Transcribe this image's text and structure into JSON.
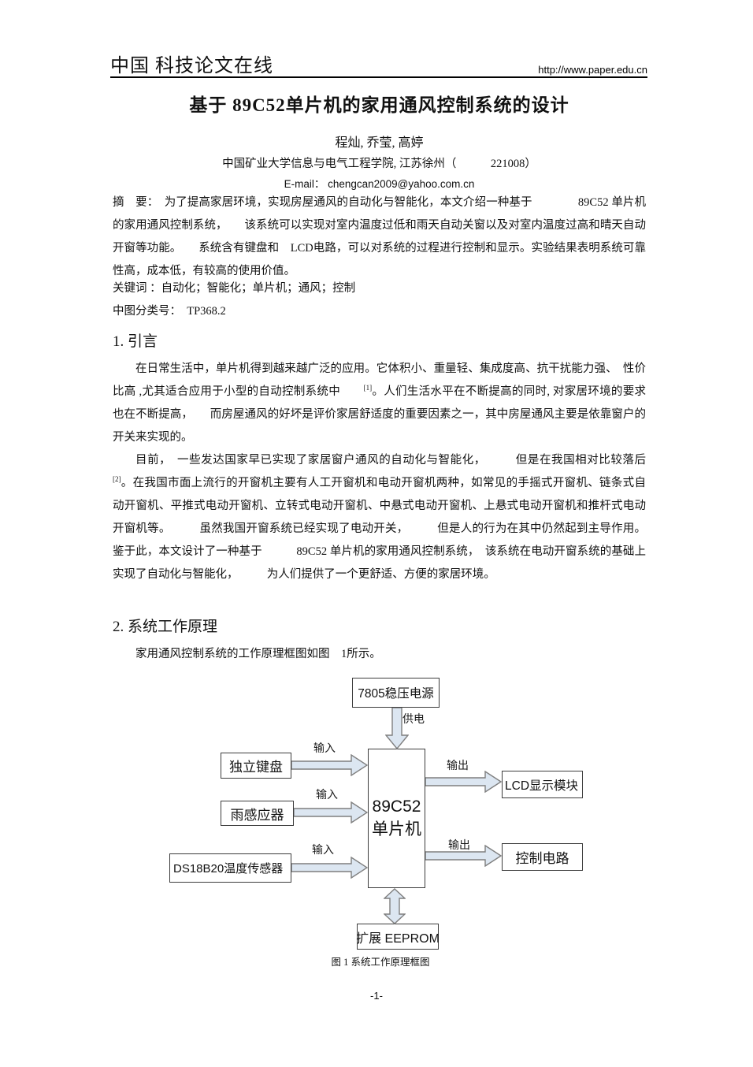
{
  "colors": {
    "ink": "#111111",
    "arrow-fill": "#dce6f1",
    "arrow-stroke": "#7f7f7f",
    "box-border": "#3c3c3c"
  },
  "header": {
    "site_name": "中国 科技论文在线",
    "site_url": "http://www.paper.edu.cn"
  },
  "article": {
    "title": "基于 89C52单片机的家用通风控制系统的设计",
    "authors": "程灿, 乔莹, 高婷",
    "affiliation": "中国矿业大学信息与电气工程学院, 江苏徐州（　　　221008）",
    "email": "E-mail： chengcan2009@yahoo.com.cn",
    "abstract": "摘　要：　为了提高家居环境，实现房屋通风的自动化与智能化，本文介绍一种基于　　　　89C52 单片机的家用通风控制系统，　　该系统可以实现对室内温度过低和雨天自动关窗以及对室内温度过高和晴天自动开窗等功能。　　系统含有键盘和　LCD电路，可以对系统的过程进行控制和显示。实验结果表明系统可靠性高，成本低，有较高的使用价值。",
    "keywords": "关键词 ：自动化；智能化；单片机；通风；控制",
    "classification": "中图分类号：　TP368.2"
  },
  "sections": {
    "s1": {
      "heading": "1. 引言"
    },
    "s2": {
      "heading": "2. 系统工作原理",
      "para": "家用通风控制系统的工作原理框图如图　1所示。"
    }
  },
  "paragraphs": {
    "p1": {
      "segments": [
        {
          "t": "在日常生活中，单片机得到越来越广泛的应用。它体积小、重量轻、集成度高、抗干扰能力强、　性价比高 ,尤其适合应用于小型的自动控制系统中　　"
        },
        {
          "sup": "[1]"
        },
        {
          "t": "。人们生活水平在不断提高的同时, 对家居环境的要求也在不断提高，　　而房屋通风的好坏是评价家居舒适度的重要因素之一，其中房屋通风主要是依靠窗户的开关来实现的。"
        }
      ]
    },
    "p2": {
      "segments": [
        {
          "t": "目前，　一些发达国家早已实现了家居窗户通风的自动化与智能化，　　　但是在我国相对比较落后 "
        },
        {
          "sup": "[2]"
        },
        {
          "t": "。在我国市面上流行的开窗机主要有人工开窗机和电动开窗机两种，如常见的手摇式开窗机、链条式自动开窗机、平推式电动开窗机、立转式电动开窗机、中悬式电动开窗机、上悬式电动开窗机和推杆式电动开窗机等。　　　虽然我国开窗系统已经实现了电动开关，　　　但是人的行为在其中仍然起到主导作用。鉴于此，本文设计了一种基于　　　89C52 单片机的家用通风控制系统，　该系统在电动开窗系统的基础上实现了自动化与智能化，　　　为人们提供了一个更舒适、方便的家居环境。"
        }
      ]
    }
  },
  "figure": {
    "blocks": {
      "power": "7805稳压电源",
      "keyboard": "独立键盘",
      "rain": "雨感应器",
      "temp": "DS18B20温度传感器",
      "mcu_line1": "89C52",
      "mcu_line2": "单片机",
      "lcd": "LCD显示模块",
      "control": "控制电路",
      "eeprom": "扩展 EEPROM"
    },
    "labels": {
      "supply": "供电",
      "input": "输入",
      "output": "输出"
    },
    "caption": "图 1 系统工作原理框图"
  },
  "footer": {
    "page_number": "-1-"
  }
}
